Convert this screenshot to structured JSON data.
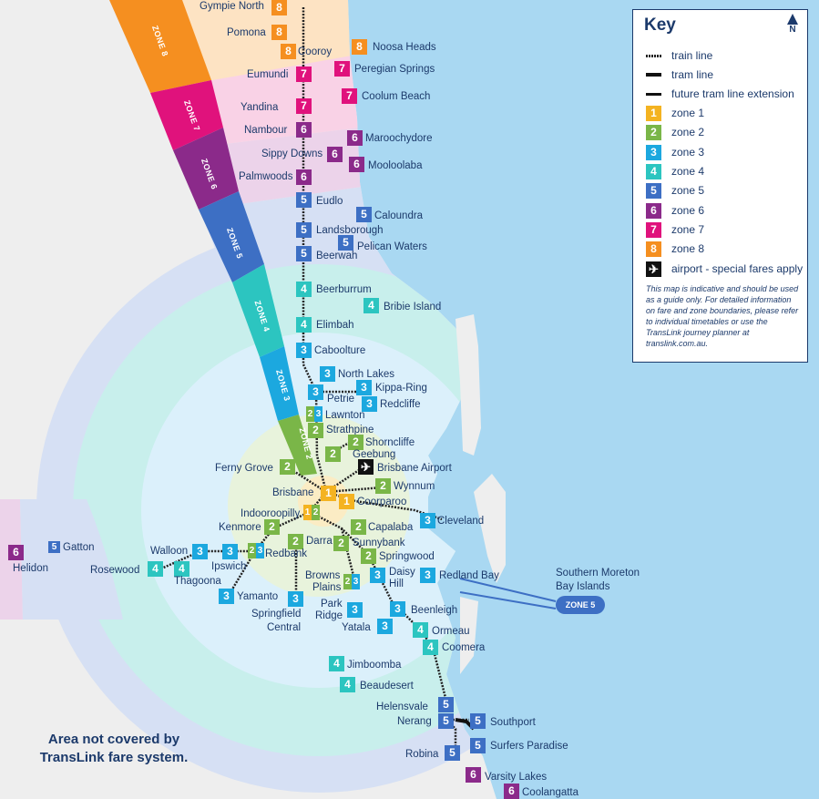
{
  "key": {
    "title": "Key",
    "north": "N",
    "train_line": "train line",
    "tram_line": "tram line",
    "future_tram": "future tram line extension",
    "zones": [
      {
        "num": "1",
        "label": "zone 1",
        "color": "#f4b321"
      },
      {
        "num": "2",
        "label": "zone 2",
        "color": "#7ab648"
      },
      {
        "num": "3",
        "label": "zone 3",
        "color": "#1ca8df"
      },
      {
        "num": "4",
        "label": "zone 4",
        "color": "#2cc5c0"
      },
      {
        "num": "5",
        "label": "zone 5",
        "color": "#3d6fc4"
      },
      {
        "num": "6",
        "label": "zone 6",
        "color": "#8b2a8a"
      },
      {
        "num": "7",
        "label": "zone 7",
        "color": "#e0127c"
      },
      {
        "num": "8",
        "label": "zone 8",
        "color": "#f58f20"
      }
    ],
    "airport": "airport - special fares apply",
    "note": "This map is indicative and should be used as a guide only. For detailed information on fare and zone boundaries, please refer to individual timetables or use the TransLink journey planner at translink.com.au."
  },
  "zone_bands": [
    "ZONE 8",
    "ZONE 7",
    "ZONE 6",
    "ZONE 5",
    "ZONE 4",
    "ZONE 3",
    "ZONE 2"
  ],
  "stations": {
    "gympie_north": {
      "name": "Gympie North",
      "zone": "8"
    },
    "pomona": {
      "name": "Pomona",
      "zone": "8"
    },
    "cooroy": {
      "name": "Cooroy",
      "zone": "8"
    },
    "noosa_heads": {
      "name": "Noosa Heads",
      "zone": "8"
    },
    "eumundi": {
      "name": "Eumundi",
      "zone": "7"
    },
    "peregian_springs": {
      "name": "Peregian Springs",
      "zone": "7"
    },
    "yandina": {
      "name": "Yandina",
      "zone": "7"
    },
    "coolum_beach": {
      "name": "Coolum Beach",
      "zone": "7"
    },
    "nambour": {
      "name": "Nambour",
      "zone": "6"
    },
    "maroochydore": {
      "name": "Maroochydore",
      "zone": "6"
    },
    "sippy_downs": {
      "name": "Sippy Downs",
      "zone": "6"
    },
    "mooloolaba": {
      "name": "Mooloolaba",
      "zone": "6"
    },
    "palmwoods": {
      "name": "Palmwoods",
      "zone": "6"
    },
    "eudlo": {
      "name": "Eudlo",
      "zone": "5"
    },
    "caloundra": {
      "name": "Caloundra",
      "zone": "5"
    },
    "landsborough": {
      "name": "Landsborough",
      "zone": "5"
    },
    "pelican_waters": {
      "name": "Pelican Waters",
      "zone": "5"
    },
    "beerwah": {
      "name": "Beerwah",
      "zone": "5"
    },
    "beerburrum": {
      "name": "Beerburrum",
      "zone": "4"
    },
    "bribie_island": {
      "name": "Bribie Island",
      "zone": "4"
    },
    "elimbah": {
      "name": "Elimbah",
      "zone": "4"
    },
    "caboolture": {
      "name": "Caboolture",
      "zone": "3"
    },
    "north_lakes": {
      "name": "North Lakes",
      "zone": "3"
    },
    "kippa_ring": {
      "name": "Kippa-Ring",
      "zone": "3"
    },
    "petrie": {
      "name": "Petrie",
      "zone": "3"
    },
    "redcliffe": {
      "name": "Redcliffe",
      "zone": "3"
    },
    "lawnton": {
      "name": "Lawnton",
      "zone_a": "2",
      "zone_b": "3"
    },
    "strathpine": {
      "name": "Strathpine",
      "zone": "2"
    },
    "shorncliffe": {
      "name": "Shorncliffe",
      "zone": "2"
    },
    "geebung": {
      "name": "Geebung",
      "zone": "2"
    },
    "ferny_grove": {
      "name": "Ferny Grove",
      "zone": "2"
    },
    "brisbane_airport": {
      "name": "Brisbane Airport"
    },
    "wynnum": {
      "name": "Wynnum",
      "zone": "2"
    },
    "brisbane": {
      "name": "Brisbane",
      "zone": "1"
    },
    "coorparoo": {
      "name": "Coorparoo",
      "zone": "1"
    },
    "indooroopilly": {
      "name": "Indooroopilly",
      "zone_a": "1",
      "zone_b": "2"
    },
    "cleveland": {
      "name": "Cleveland",
      "zone": "3"
    },
    "kenmore": {
      "name": "Kenmore",
      "zone": "2"
    },
    "capalaba": {
      "name": "Capalaba",
      "zone": "2"
    },
    "darra": {
      "name": "Darra",
      "zone": "2"
    },
    "sunnybank": {
      "name": "Sunnybank",
      "zone": "2"
    },
    "springwood": {
      "name": "Springwood",
      "zone": "2"
    },
    "gatton": {
      "name": "Gatton",
      "zone": "5"
    },
    "helidon": {
      "name": "Helidon",
      "zone": "6"
    },
    "walloon": {
      "name": "Walloon",
      "zone": "3"
    },
    "ipswich": {
      "name": "Ipswich",
      "zone": "3"
    },
    "redbank": {
      "name": "Redbank",
      "zone_a": "2",
      "zone_b": "3"
    },
    "rosewood": {
      "name": "Rosewood",
      "zone": "4"
    },
    "thagoona": {
      "name": "Thagoona",
      "zone": "4"
    },
    "browns_plains": {
      "name_1": "Browns",
      "name_2": "Plains",
      "zone_a": "2",
      "zone_b": "3"
    },
    "daisy_hill": {
      "name_1": "Daisy",
      "name_2": "Hill",
      "zone": "3"
    },
    "redland_bay": {
      "name": "Redland Bay",
      "zone": "3"
    },
    "yamanto": {
      "name": "Yamanto",
      "zone": "3"
    },
    "springfield_central": {
      "name_1": "Springfield",
      "name_2": "Central",
      "zone": "3"
    },
    "park_ridge": {
      "name_1": "Park",
      "name_2": "Ridge",
      "zone": "3"
    },
    "beenleigh": {
      "name": "Beenleigh",
      "zone": "3"
    },
    "yatala": {
      "name": "Yatala",
      "zone": "3"
    },
    "ormeau": {
      "name": "Ormeau",
      "zone": "4"
    },
    "coomera": {
      "name": "Coomera",
      "zone": "4"
    },
    "jimboomba": {
      "name": "Jimboomba",
      "zone": "4"
    },
    "beaudesert": {
      "name": "Beaudesert",
      "zone": "4"
    },
    "helensvale": {
      "name": "Helensvale",
      "zone": "5"
    },
    "nerang": {
      "name": "Nerang",
      "zone": "5"
    },
    "southport": {
      "name": "Southport",
      "zone": "5"
    },
    "surfers_paradise": {
      "name": "Surfers Paradise",
      "zone": "5"
    },
    "robina": {
      "name": "Robina",
      "zone": "5"
    },
    "varsity_lakes": {
      "name": "Varsity Lakes",
      "zone": "6"
    },
    "coolangatta": {
      "name": "Coolangatta",
      "zone": "6"
    }
  },
  "bay_islands": {
    "name_1": "Southern Moreton",
    "name_2": "Bay Islands",
    "zone": "ZONE 5"
  },
  "not_covered": {
    "line_1": "Area not covered by",
    "line_2": "TransLink fare system."
  }
}
